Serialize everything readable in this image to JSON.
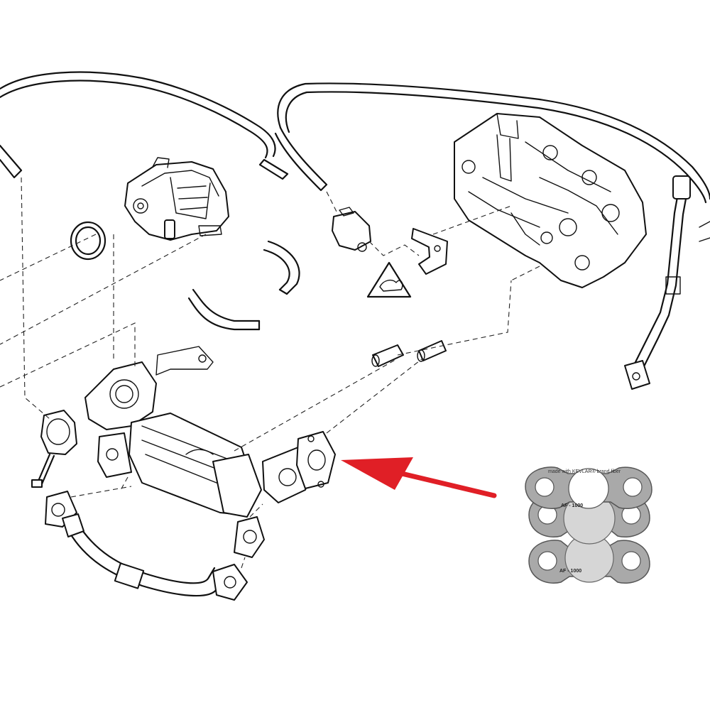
{
  "diagram": {
    "parts": [
      "vacuum-hose-left",
      "vacuum-hose-right",
      "egr-valve",
      "o-ring-seal",
      "coolant-hose-upper",
      "coolant-hose-lower",
      "solenoid-sensor",
      "warning-triangle-label",
      "mounting-bracket",
      "engine-cylinder-head",
      "egr-cooler",
      "egr-actuator",
      "coolant-sleeve-1",
      "coolant-sleeve-2",
      "egr-pipe",
      "egr-gasket",
      "dipstick-tube"
    ],
    "highlight_arrow": {
      "color": "#e01f26",
      "target": "egr-gasket"
    }
  },
  "gasket_photo": {
    "line1": "made with KEVLAR® brand fiber",
    "code_top": "AF - 1000",
    "code_bottom": "AF - 1000",
    "fill_color": "#a9a9a9",
    "metal_color": "#d6d6d6"
  }
}
